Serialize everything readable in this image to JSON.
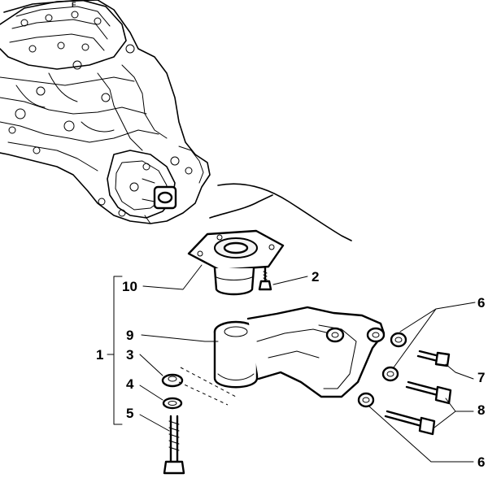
{
  "callouts": [
    {
      "id": "1",
      "text": "1"
    },
    {
      "id": "2",
      "text": "2"
    },
    {
      "id": "3",
      "text": "3"
    },
    {
      "id": "4",
      "text": "4"
    },
    {
      "id": "5",
      "text": "5"
    },
    {
      "id": "6a",
      "text": "6"
    },
    {
      "id": "6b",
      "text": "6"
    },
    {
      "id": "7",
      "text": "7"
    },
    {
      "id": "8",
      "text": "8"
    },
    {
      "id": "9",
      "text": "9"
    },
    {
      "id": "10",
      "text": "10"
    }
  ],
  "engine_marking": "F"
}
